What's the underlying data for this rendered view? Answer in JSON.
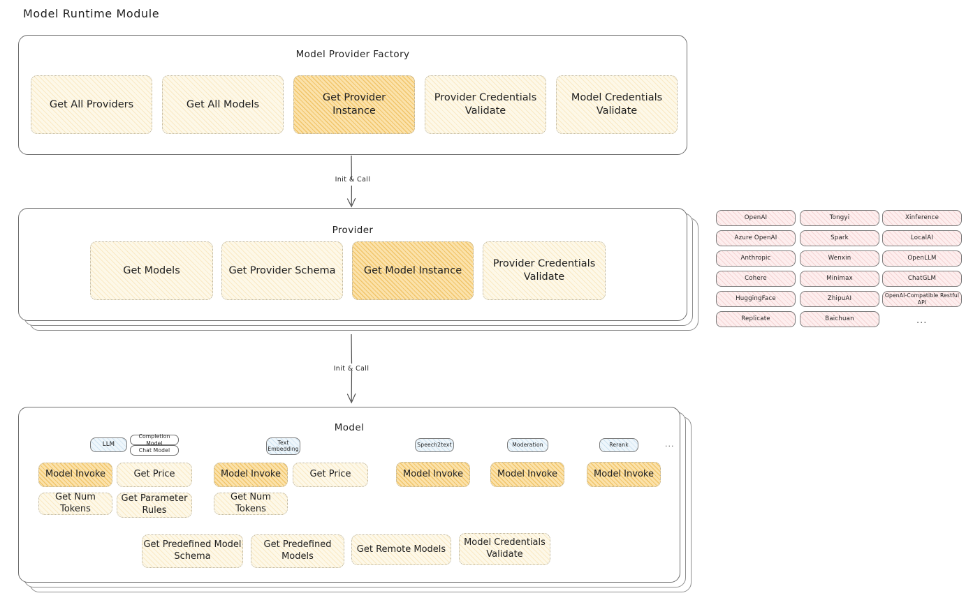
{
  "page": {
    "title": "Model Runtime Module"
  },
  "factory": {
    "title": "Model Provider Factory",
    "nodes": [
      {
        "label": "Get All Providers",
        "highlight": false
      },
      {
        "label": "Get All Models",
        "highlight": false
      },
      {
        "label": "Get Provider\nInstance",
        "highlight": true
      },
      {
        "label": "Provider Credentials\nValidate",
        "highlight": false
      },
      {
        "label": "Model Credentials\nValidate",
        "highlight": false
      }
    ]
  },
  "arrows": [
    {
      "label": "Init & Call"
    },
    {
      "label": "Init & Call"
    }
  ],
  "provider": {
    "title": "Provider",
    "nodes": [
      {
        "label": "Get Models",
        "highlight": false
      },
      {
        "label": "Get Provider Schema",
        "highlight": false
      },
      {
        "label": "Get Model Instance",
        "highlight": true
      },
      {
        "label": "Provider Credentials\nValidate",
        "highlight": false
      }
    ]
  },
  "provider_list": {
    "columns": [
      {
        "items": [
          "OpenAI",
          "Azure OpenAI",
          "Anthropic",
          "Cohere",
          "HuggingFace",
          "Replicate"
        ]
      },
      {
        "items": [
          "Tongyi",
          "Spark",
          "Wenxin",
          "Minimax",
          "ZhipuAI",
          "Baichuan"
        ]
      },
      {
        "items": [
          "Xinference",
          "LocalAI",
          "OpenLLM",
          "ChatGLM",
          "OpenAI-Compatible Restful API"
        ]
      }
    ],
    "more": "..."
  },
  "model": {
    "title": "Model",
    "more": "...",
    "types": [
      {
        "chip": "LLM",
        "subchips": [
          "Completion Model",
          "Chat Model"
        ]
      },
      {
        "chip": "Text\nEmbedding",
        "subchips": []
      },
      {
        "chip": "Speech2text",
        "subchips": []
      },
      {
        "chip": "Moderation",
        "subchips": []
      },
      {
        "chip": "Rerank",
        "subchips": []
      }
    ],
    "columns": [
      {
        "nodes": [
          {
            "label": "Model Invoke",
            "highlight": true
          },
          {
            "label": "Get Price",
            "highlight": false
          },
          {
            "label": "Get Num Tokens",
            "highlight": false
          },
          {
            "label": "Get Parameter\nRules",
            "highlight": false
          }
        ]
      },
      {
        "nodes": [
          {
            "label": "Model Invoke",
            "highlight": true
          },
          {
            "label": "Get Price",
            "highlight": false
          },
          {
            "label": "Get Num Tokens",
            "highlight": false
          }
        ]
      },
      {
        "nodes": [
          {
            "label": "Model Invoke",
            "highlight": true
          }
        ]
      },
      {
        "nodes": [
          {
            "label": "Model Invoke",
            "highlight": true
          }
        ]
      },
      {
        "nodes": [
          {
            "label": "Model Invoke",
            "highlight": true
          }
        ]
      }
    ],
    "bottom_nodes": [
      {
        "label": "Get Predefined Model\nSchema",
        "highlight": false
      },
      {
        "label": "Get Predefined\nModels",
        "highlight": false
      },
      {
        "label": "Get Remote Models",
        "highlight": false
      },
      {
        "label": "Model Credentials\nValidate",
        "highlight": false
      }
    ]
  },
  "colors": {
    "highlight_fill": "#fbe2ab",
    "light_fill": "#fdf8e8",
    "pink_fill": "#fdeeee",
    "blue_fill": "#eef6fb",
    "stroke": "#6d6d6d",
    "text": "#1e1e1e"
  }
}
